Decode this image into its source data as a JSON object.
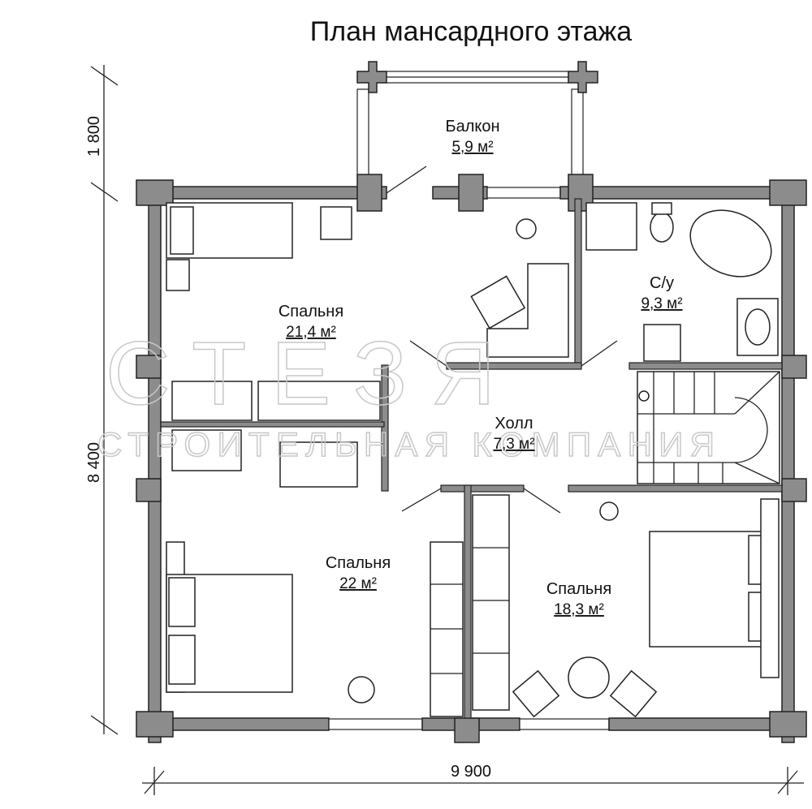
{
  "title": "План мансардного этажа",
  "rooms": [
    {
      "name": "Балкон",
      "area": "5,9 м²"
    },
    {
      "name": "Спальня",
      "area": "21,4 м²"
    },
    {
      "name": "С/у",
      "area": "9,3 м²"
    },
    {
      "name": "Холл",
      "area": "7,3 м²"
    },
    {
      "name": "Спальня",
      "area": "22 м²"
    },
    {
      "name": "Спальня",
      "area": "18,3 м²"
    }
  ],
  "dimensions": {
    "balcony_depth": "1 800",
    "depth": "8 400",
    "width": "9 900"
  },
  "watermark": {
    "logo": "СТЕЗЯ",
    "subtitle": "СТРОИТЕЛЬНАЯ КОМПАНИЯ"
  }
}
